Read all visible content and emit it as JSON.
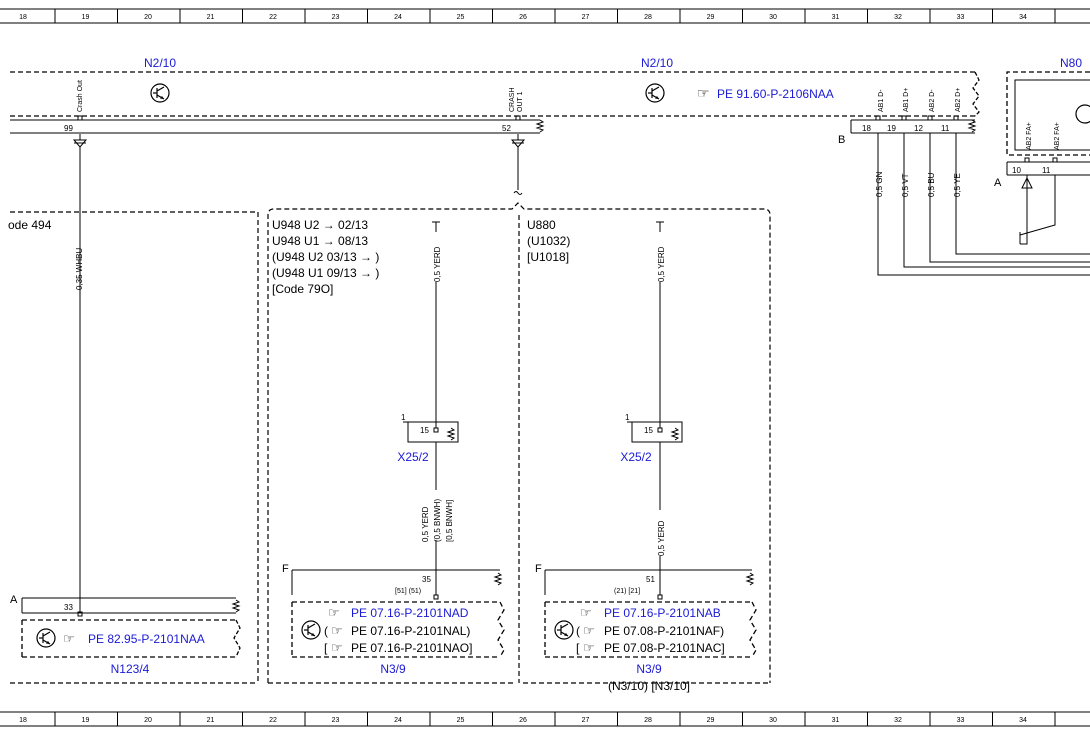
{
  "ruler": {
    "numbers": [
      "18",
      "19",
      "20",
      "21",
      "22",
      "23",
      "24",
      "25",
      "26",
      "27",
      "28",
      "29",
      "30",
      "31",
      "32",
      "33",
      "34"
    ]
  },
  "modules": {
    "n2_10_left": "N2/10",
    "n2_10_right": "N2/10",
    "n80_partial": "N80",
    "n123_4": "N123/4",
    "n3_9_a": "N3/9",
    "n3_9_b": "N3/9",
    "n3_9_b_alt": "(N3/10) [N3/10]",
    "x25_2_a": "X25/2",
    "x25_2_b": "X25/2"
  },
  "pins": {
    "crash_out": "Crash Out",
    "crash_out1_a": "CRASH",
    "crash_out1_b": "OUT 1",
    "ab1_dminus": "AB1 D-",
    "ab1_dplus": "AB1 D+",
    "ab2_dminus": "AB2 D-",
    "ab2_dplus": "AB2 D+",
    "ab2_fa_a": "AB2 FA+",
    "ab2_fa_b": "AB2 FA+",
    "n99": "99",
    "n52": "52",
    "n18": "18",
    "n19": "19",
    "n12": "12",
    "n11": "11",
    "n10": "10",
    "n11b": "11",
    "n33": "33",
    "n15a": "15",
    "n15b": "15",
    "n1a": "1",
    "n1b": "1",
    "n35": "35",
    "n35_alt": "[51]  (51)",
    "n51": "51",
    "n51_alt": "(21)  [21]",
    "conn_b": "B",
    "conn_a_right": "A",
    "conn_a_left": "A",
    "conn_f_a": "F",
    "conn_f_b": "F"
  },
  "refs": {
    "pe_91": "PE 91.60-P-2106NAA",
    "pe_82": "PE 82.95-P-2101NAA",
    "pe_nad": "PE 07.16-P-2101NAD",
    "pe_nal": "PE 07.16-P-2101NAL)",
    "pe_nao": "PE 07.16-P-2101NAO]",
    "pe_nab": "PE 07.16-P-2101NAB",
    "pe_naf": "PE 07.08-P-2101NAF)",
    "pe_nac": "PE 07.08-P-2101NAC]",
    "paren_open": "(",
    "bracket_open": "["
  },
  "wires": {
    "w_035_whbu": "0,35 WHBU",
    "w_gn": "0,5 GN",
    "w_vt": "0,5 VT",
    "w_bu": "0,5 BU",
    "w_ye": "0,5 YE",
    "w_yerd_1": "0,5 YERD",
    "w_yerd_2": "0,5 YERD",
    "w_yerd_3": "0,5 YERD",
    "w_bnwh_paren": "(0,5 BNWH)",
    "w_bnwh_bracket": "[0,5 BNWH]",
    "w_yerd_4": "0,5 YERD"
  },
  "conditions": {
    "code494": "ode 494",
    "left_box": [
      {
        "text": "U948  U2 → 02/13"
      },
      {
        "text": "U948  U1 → 08/13"
      },
      {
        "text": "(U948  U2  03/13 → )"
      },
      {
        "text": "(U948  U1  09/13 → )"
      },
      {
        "text": "[Code 79O]"
      }
    ],
    "right_box": [
      {
        "text": "U880"
      },
      {
        "text": "(U1032)"
      },
      {
        "text": "[U1018]"
      }
    ]
  },
  "icons": {
    "hand": "☞"
  },
  "colors": {
    "link_blue": "#1a1ad6",
    "ink": "#000000"
  }
}
